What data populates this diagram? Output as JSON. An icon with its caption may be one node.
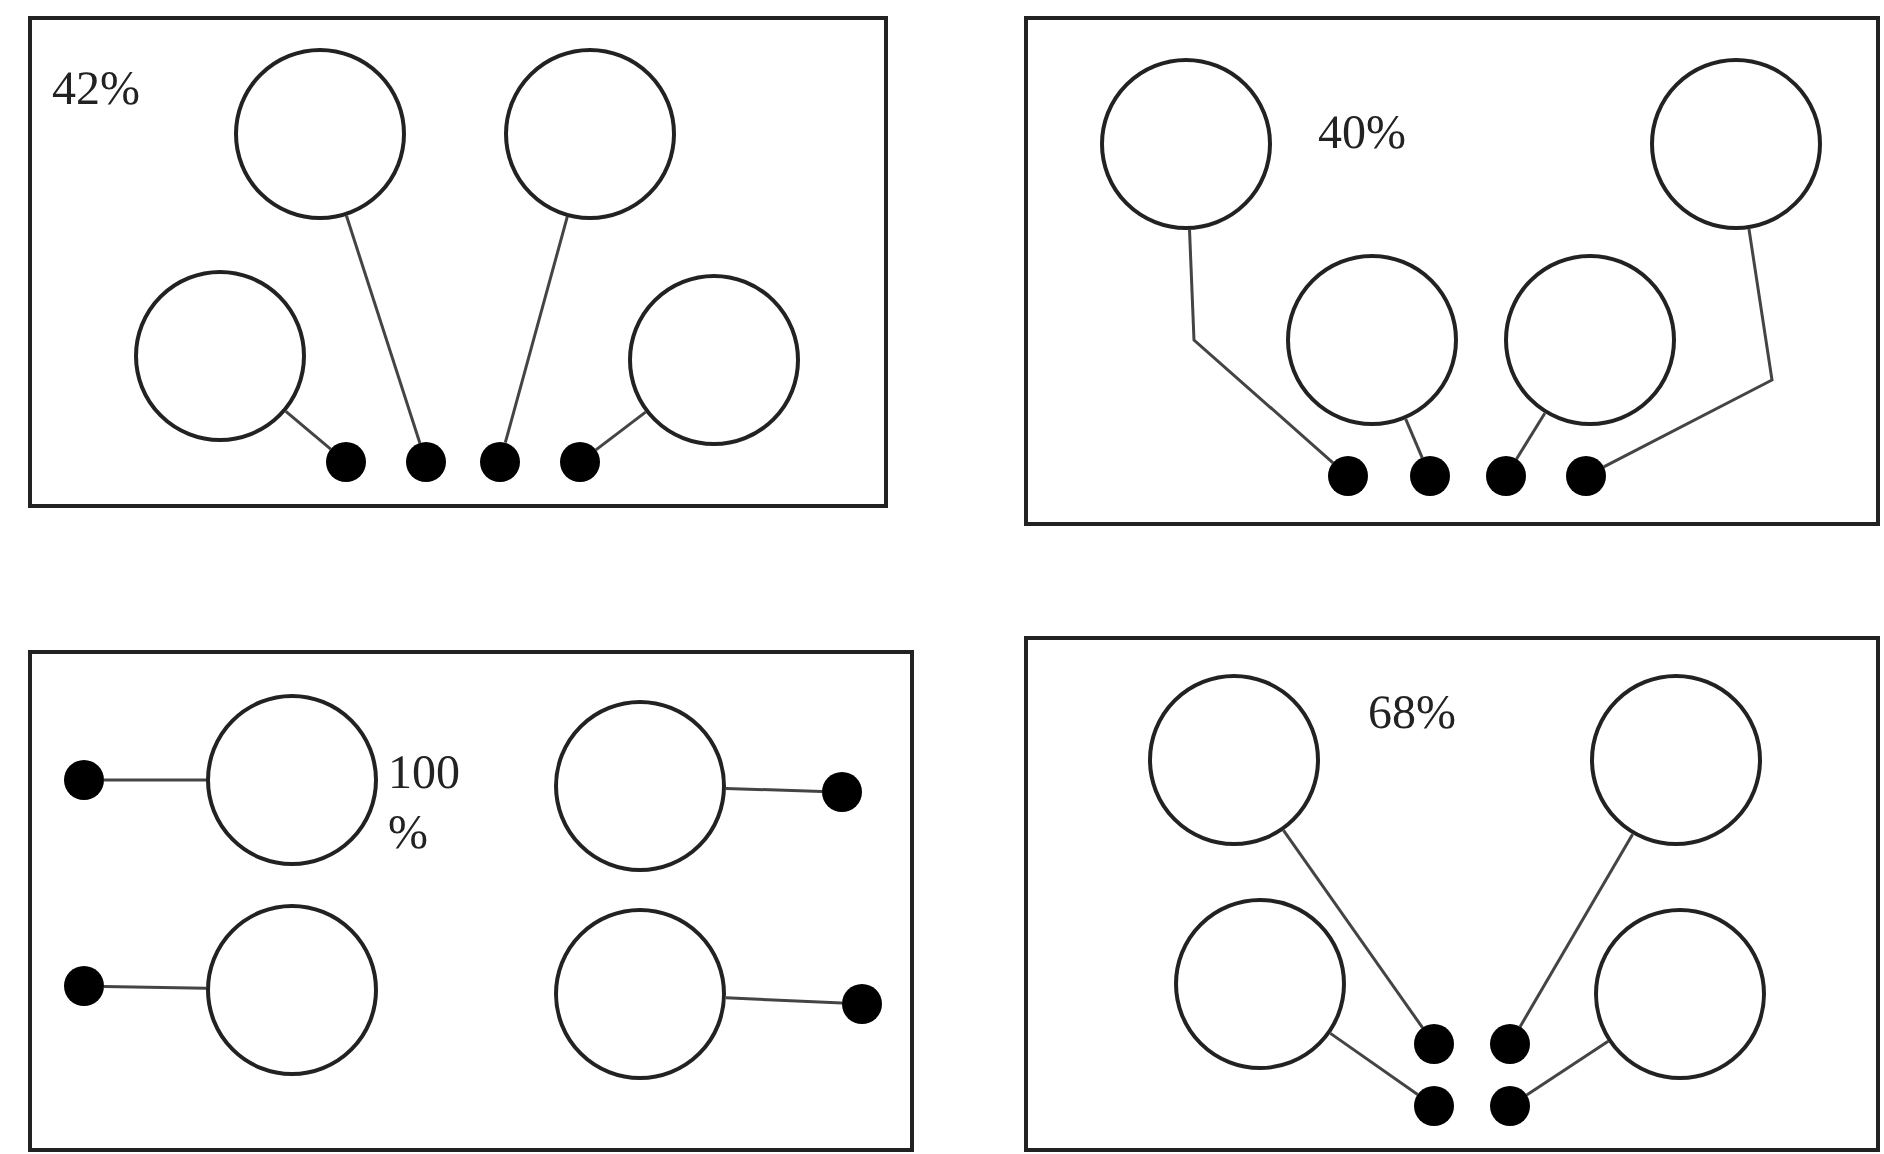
{
  "diagram": {
    "nodes": [
      {
        "text": [
          "42%"
        ]
      },
      {
        "text": [],
        "shape": "circle",
        "in": 0
      },
      {
        "text": [],
        "shape": "circle",
        "in": 0
      },
      {
        "text": [],
        "shape": "circle",
        "in": 0
      },
      {
        "text": [],
        "shape": "circle",
        "in": 0
      },
      {
        "text": [],
        "shape": "circle",
        "in": 0
      },
      {
        "text": [],
        "shape": "circle",
        "in": 0
      },
      {
        "text": [],
        "shape": "circle",
        "in": 0
      },
      {
        "text": [],
        "shape": "circle",
        "in": 0
      },
      {
        "text": [
          "40%"
        ]
      },
      {
        "text": [],
        "shape": "circle",
        "in": 9
      },
      {
        "text": [],
        "shape": "circle",
        "in": 9
      },
      {
        "text": [],
        "shape": "circle",
        "in": 9
      },
      {
        "text": [],
        "shape": "circle",
        "in": 9
      },
      {
        "text": [],
        "shape": "circle",
        "in": 9
      },
      {
        "text": [],
        "shape": "circle",
        "in": 9
      },
      {
        "text": [],
        "shape": "circle",
        "in": 9
      },
      {
        "text": [],
        "shape": "circle",
        "in": 9
      },
      {
        "text": [
          "100 %"
        ]
      },
      {
        "text": [],
        "shape": "circle",
        "in": 18
      },
      {
        "text": [],
        "shape": "circle",
        "in": 18
      },
      {
        "text": [],
        "shape": "circle",
        "in": 18
      },
      {
        "text": [],
        "shape": "circle",
        "in": 18
      },
      {
        "text": [],
        "shape": "circle",
        "in": 18
      },
      {
        "text": [],
        "shape": "circle",
        "in": 18
      },
      {
        "text": [],
        "shape": "circle",
        "in": 18
      },
      {
        "text": [],
        "shape": "circle",
        "in": 18
      },
      {
        "text": [
          "68%"
        ]
      },
      {
        "text": [],
        "shape": "circle",
        "in": 27
      },
      {
        "text": [],
        "shape": "circle",
        "in": 27
      },
      {
        "text": [],
        "shape": "circle",
        "in": 27
      },
      {
        "text": [],
        "shape": "circle",
        "in": 27
      },
      {
        "text": [],
        "shape": "circle",
        "in": 27
      },
      {
        "text": [],
        "shape": "circle",
        "in": 27
      },
      {
        "text": [],
        "shape": "circle",
        "in": 27
      },
      {
        "text": [],
        "shape": "circle",
        "in": 27
      }
    ],
    "edges": [
      {
        "from": 1,
        "to": 6,
        "arrow": "none"
      },
      {
        "from": 2,
        "to": 7,
        "arrow": "none"
      },
      {
        "from": 3,
        "to": 5,
        "arrow": "none"
      },
      {
        "from": 4,
        "to": 8,
        "arrow": "none"
      },
      {
        "from": 10,
        "to": 14,
        "arrow": "none"
      },
      {
        "from": 11,
        "to": 17,
        "arrow": "none"
      },
      {
        "from": 12,
        "to": 15,
        "arrow": "none"
      },
      {
        "from": 13,
        "to": 16,
        "arrow": "none"
      },
      {
        "from": 19,
        "to": 23,
        "arrow": "none"
      },
      {
        "from": 20,
        "to": 24,
        "arrow": "none"
      },
      {
        "from": 21,
        "to": 25,
        "arrow": "none"
      },
      {
        "from": 22,
        "to": 26,
        "arrow": "none"
      },
      {
        "from": 28,
        "to": 32,
        "arrow": "none"
      },
      {
        "from": 29,
        "to": 33,
        "arrow": "none"
      },
      {
        "from": 30,
        "to": 34,
        "arrow": "none"
      },
      {
        "from": 31,
        "to": 35,
        "arrow": "none"
      }
    ]
  }
}
